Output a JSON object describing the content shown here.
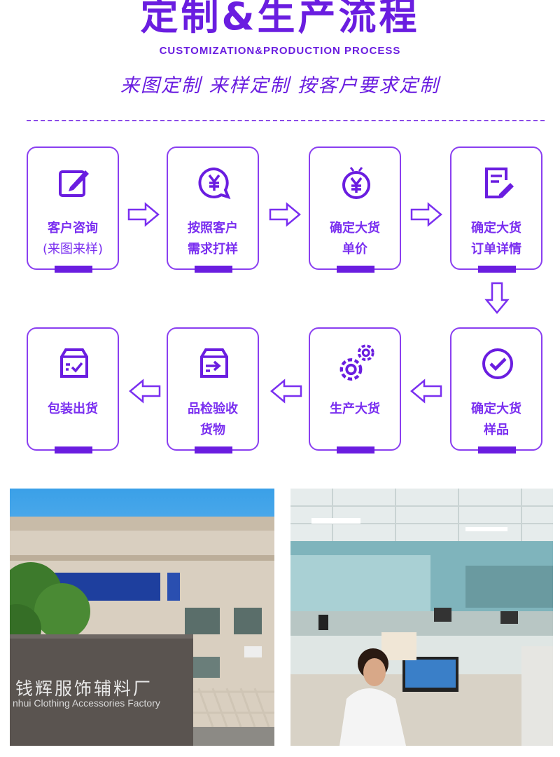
{
  "header": {
    "title": "定制&生产流程",
    "subtitle": "CUSTOMIZATION&PRODUCTION PROCESS",
    "tagline": "来图定制  来样定制  按客户要求定制"
  },
  "steps": [
    {
      "line1": "客户咨询",
      "line2": "(来图来样)",
      "icon": "edit-icon"
    },
    {
      "line1": "按照客户",
      "line2": "需求打样",
      "icon": "yuan-chat-icon"
    },
    {
      "line1": "确定大货",
      "line2": "单价",
      "icon": "yuan-coin-icon"
    },
    {
      "line1": "确定大货",
      "line2": "订单详情",
      "icon": "document-edit-icon"
    },
    {
      "line1": "确定大货",
      "line2": "样品",
      "icon": "check-circle-icon"
    },
    {
      "line1": "生产大货",
      "line2": "",
      "icon": "gears-icon"
    },
    {
      "line1": "品检验收",
      "line2": "货物",
      "icon": "inbox-arrow-icon"
    },
    {
      "line1": "包装出货",
      "line2": "",
      "icon": "inbox-check-icon"
    }
  ],
  "photos": {
    "factory_sign_cn": "钱辉服饰辅料厂",
    "factory_sign_en": "nhui Clothing Accessories Factory"
  },
  "colors": {
    "accent": "#6a1de0",
    "card_border": "#8a3ff0"
  }
}
